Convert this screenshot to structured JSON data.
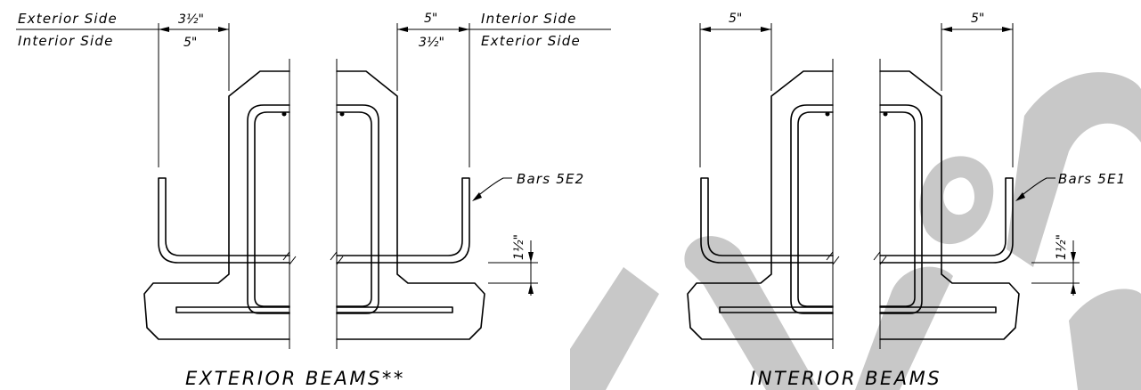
{
  "exterior": {
    "title": "EXTERIOR BEAMS**",
    "left_top_label": "Exterior Side",
    "left_bottom_label": "Interior Side",
    "left_top_dim": "3½\"",
    "left_bottom_dim": "5\"",
    "right_top_dim": "5\"",
    "right_bottom_dim": "3½\"",
    "right_top_label": "Interior Side",
    "right_bottom_label": "Exterior Side",
    "bar_label": "Bars 5E2",
    "cover_dim": "1½\""
  },
  "interior": {
    "title": "INTERIOR BEAMS",
    "left_dim": "5\"",
    "right_dim": "5\"",
    "bar_label": "Bars 5E1",
    "cover_dim": "1½\""
  },
  "colors": {
    "ink": "#000000",
    "watermark": "#c8c8c8"
  }
}
